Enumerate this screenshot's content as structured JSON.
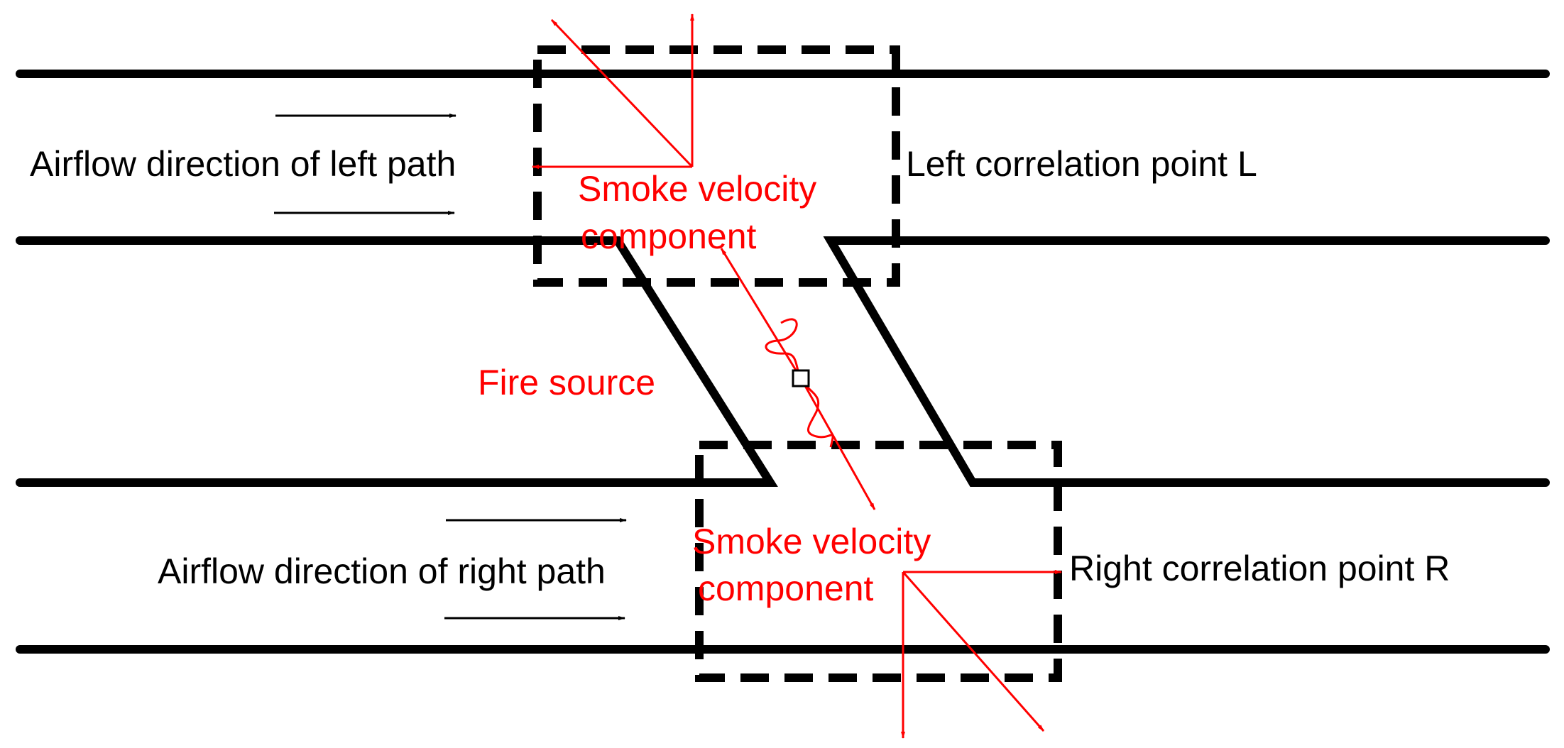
{
  "labels": {
    "left_airflow": "Airflow direction of left path",
    "right_airflow": "Airflow direction of right path",
    "left_point": "Left correlation point L",
    "right_point": "Right correlation point R",
    "fire_source": "Fire source",
    "smoke_component_line1": "Smoke velocity",
    "smoke_component_line2": "component"
  },
  "colors": {
    "structure": "#000000",
    "smoke": "#ff0000"
  }
}
